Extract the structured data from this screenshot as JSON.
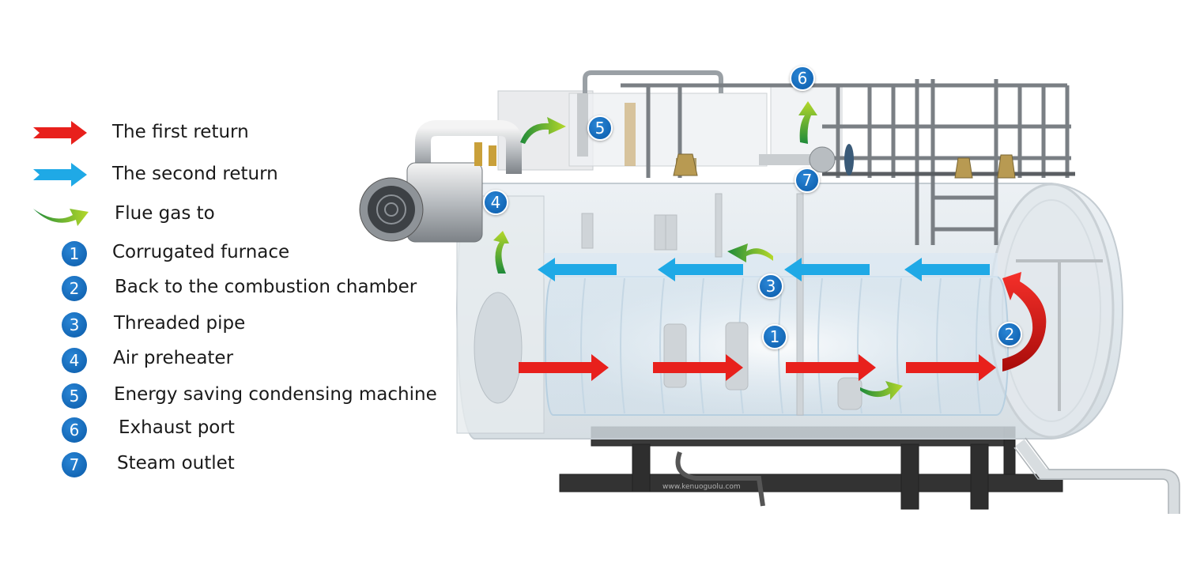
{
  "legend": {
    "arrows": [
      {
        "label": "The first return",
        "color": "#e8201c",
        "icon": "red-arrow-icon"
      },
      {
        "label": "The second return",
        "color": "#1fa9e6",
        "icon": "blue-arrow-icon"
      },
      {
        "label": "Flue gas to",
        "color": "#5dbb3a",
        "icon": "green-curved-arrow-icon"
      }
    ],
    "items": [
      {
        "num": "1",
        "label": "Corrugated furnace"
      },
      {
        "num": "2",
        "label": "Back to the combustion chamber"
      },
      {
        "num": "3",
        "label": "Threaded pipe"
      },
      {
        "num": "4",
        "label": "Air preheater"
      },
      {
        "num": "5",
        "label": "Energy saving condensing machine"
      },
      {
        "num": "6",
        "label": "Exhaust port"
      },
      {
        "num": "7",
        "label": "Steam outlet"
      }
    ]
  },
  "diagram": {
    "badges": [
      "1",
      "2",
      "3",
      "4",
      "5",
      "6",
      "7"
    ],
    "watermark": "www.kenuoguolu.com"
  },
  "colors": {
    "badge": "#0a62b5",
    "red_arrow": "#e8201c",
    "blue_arrow": "#1fa9e6",
    "green_arrow": "#5dbb3a",
    "frame": "#2b2b2b"
  }
}
